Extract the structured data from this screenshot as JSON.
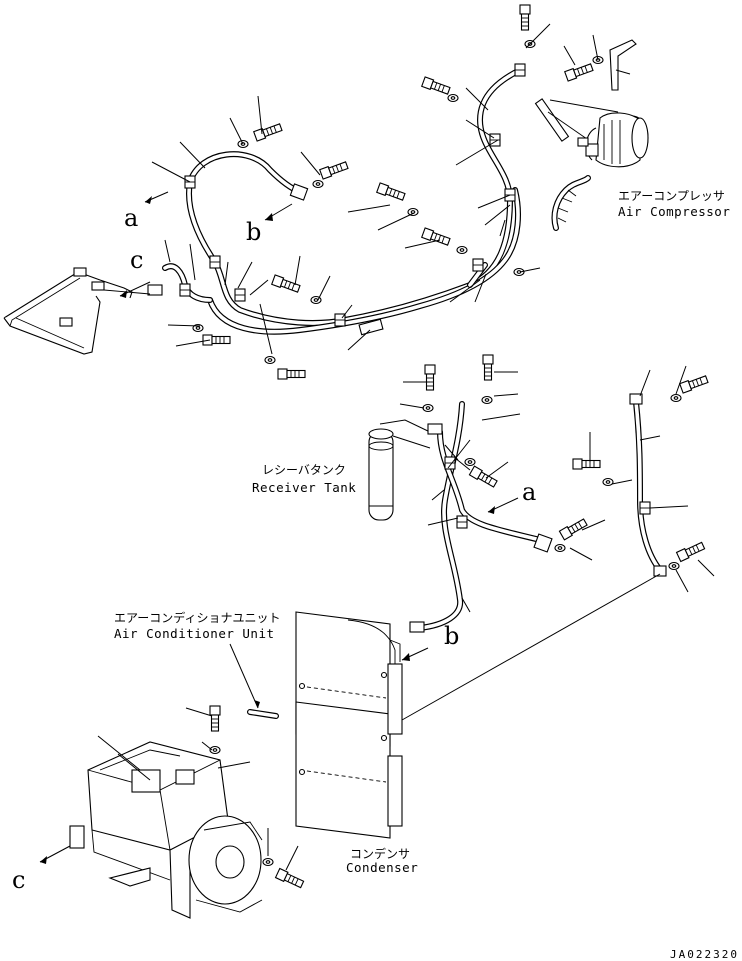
{
  "labels": {
    "air_compressor_jp": "エアーコンプレッサ",
    "air_compressor_en": "Air Compressor",
    "receiver_tank_jp": "レシーバタンク",
    "receiver_tank_en": "Receiver Tank",
    "ac_unit_jp": "エアーコンディショナユニット",
    "ac_unit_en": "Air Conditioner Unit",
    "condenser_jp": "コンデンサ",
    "condenser_en": "Condenser"
  },
  "markers": {
    "a_top": "a",
    "b_top": "b",
    "c_top": "c",
    "a_mid": "a",
    "b_mid": "b",
    "c_bottom": "c"
  },
  "drawing_code": "JA022320"
}
